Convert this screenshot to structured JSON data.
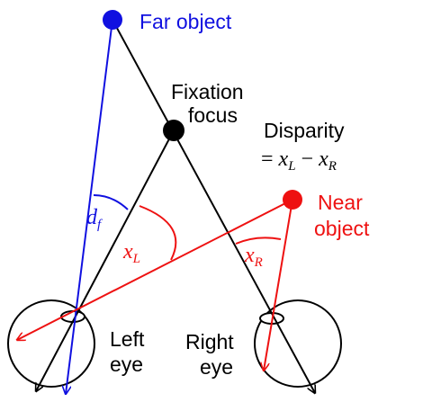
{
  "labels": {
    "far_object": "Far object",
    "fixation_line1": "Fixation",
    "fixation_line2": "focus",
    "disparity_title": "Disparity",
    "disparity_eq": "= ",
    "near_line1": "Near",
    "near_line2": "object",
    "left_eye_line1": "Left",
    "left_eye_line2": "eye",
    "right_eye_line1": "Right",
    "right_eye_line2": "eye"
  },
  "math": {
    "d": "d",
    "d_sub": "f",
    "x": "x",
    "x_L_sub": "L",
    "x_R_sub": "R",
    "minus": " − "
  },
  "colors": {
    "far": "#1010e0",
    "near": "#ee1111",
    "black": "#000000"
  },
  "icons": {
    "far_point": "blue-dot",
    "fixation_point": "black-dot",
    "near_point": "red-dot",
    "eyes": "circle-outline"
  }
}
